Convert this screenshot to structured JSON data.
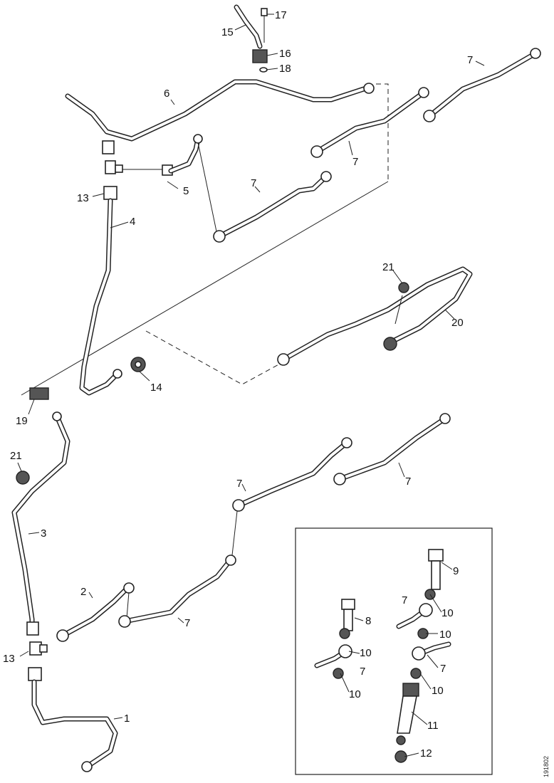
{
  "callouts": {
    "c1": "1",
    "c2": "2",
    "c3": "3",
    "c4": "4",
    "c5": "5",
    "c6": "6",
    "c7": "7",
    "c9": "9",
    "c8": "8",
    "c10": "10",
    "c11": "11",
    "c12": "12",
    "c13": "13",
    "c14": "14",
    "c15": "15",
    "c16": "16",
    "c17": "17",
    "c18": "18",
    "c19": "19",
    "c20": "20",
    "c21": "21"
  },
  "document_id": "191802"
}
